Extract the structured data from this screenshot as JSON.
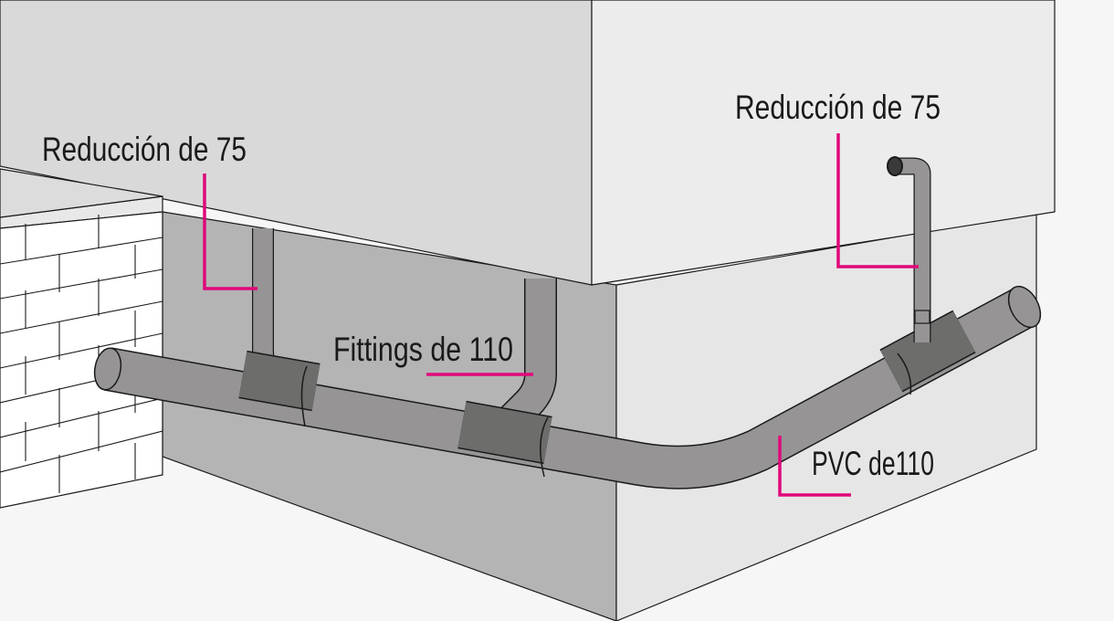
{
  "labels": {
    "reduction_left": "Reducción de 75",
    "reduction_right": "Reducción de 75",
    "fittings": "Fittings de 110",
    "pvc": "PVC de110"
  },
  "colors": {
    "background": "#f6f6f6",
    "slab_front": "#d9d9d9",
    "slab_right": "#ececec",
    "wall_left": "#b4b4b4",
    "wall_right": "#e6e6e6",
    "brick": "#ffffff",
    "pipe": "#969494",
    "fitting": "#6d6d6b",
    "leader": "#e0087a",
    "outline": "#1a1a1a"
  }
}
